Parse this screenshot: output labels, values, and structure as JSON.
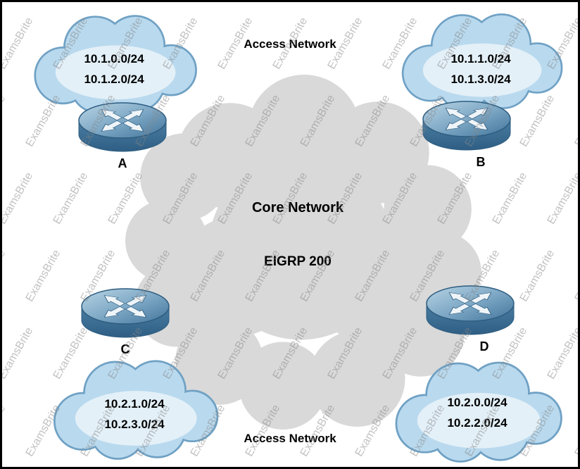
{
  "page": {
    "watermark": "ExamsBrite"
  },
  "labels": {
    "access_network_top": "Access Network",
    "access_network_bottom": "Access Network",
    "core_title": "Core Network",
    "core_protocol": "EIGRP 200"
  },
  "clouds": {
    "top_left": {
      "lines": [
        "10.1.0.0/24",
        "10.1.2.0/24"
      ]
    },
    "top_right": {
      "lines": [
        "10.1.1.0/24",
        "10.1.3.0/24"
      ]
    },
    "bottom_left": {
      "lines": [
        "10.2.1.0/24",
        "10.2.3.0/24"
      ]
    },
    "bottom_right": {
      "lines": [
        "10.2.0.0/24",
        "10.2.2.0/24"
      ]
    }
  },
  "routers": {
    "top_left": "A",
    "top_right": "B",
    "bottom_left": "C",
    "bottom_right": "D"
  },
  "colors": {
    "core_cloud": "#d9d9d9",
    "access_cloud_fill": "#b9d9ee",
    "access_cloud_outline": "#6fa1c4",
    "router_body": "#41749b",
    "watermark_gray": "#868686",
    "text": "#000000"
  }
}
